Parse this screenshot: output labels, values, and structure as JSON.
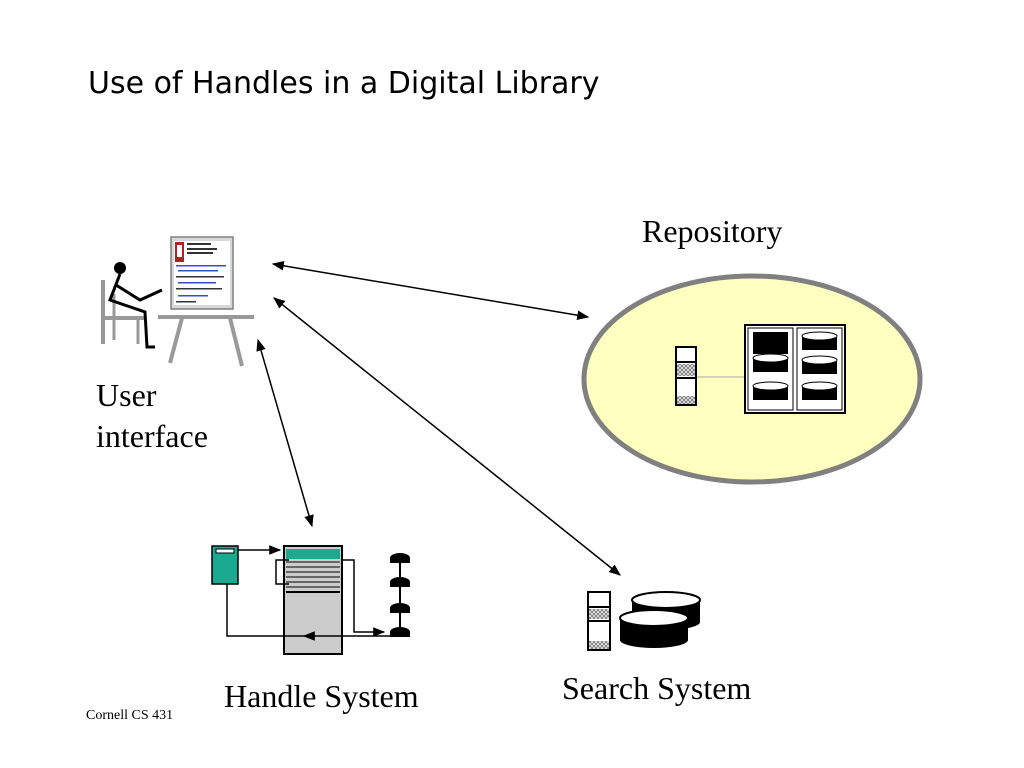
{
  "title": "Use of Handles in a Digital Library",
  "labels": {
    "repository": "Repository",
    "user_interface_line1": "User",
    "user_interface_line2": "interface",
    "handle_system": "Handle System",
    "search_system": "Search System"
  },
  "footer": "Cornell CS 431",
  "colors": {
    "repository_fill": "#ffffc0",
    "repository_stroke": "#808080",
    "handle_client": "#1aaa90",
    "server_header": "#1aaa90"
  },
  "connections": [
    {
      "from": "user-interface",
      "to": "repository",
      "bidirectional": true
    },
    {
      "from": "user-interface",
      "to": "search-system",
      "bidirectional": true
    },
    {
      "from": "user-interface",
      "to": "handle-system",
      "bidirectional": true
    }
  ]
}
